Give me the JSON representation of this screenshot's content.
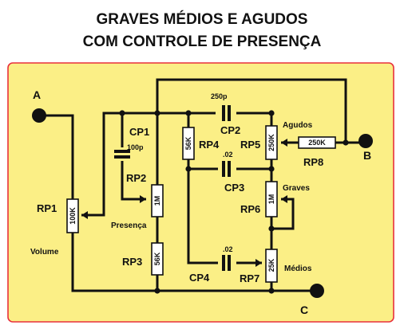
{
  "title": {
    "line1": "GRAVES MÉDIOS E AGUDOS",
    "line2": "COM CONTROLE DE PRESENÇA"
  },
  "terminals": {
    "a": "A",
    "b": "B",
    "c": "C"
  },
  "capacitors": {
    "cp1": {
      "name": "CP1",
      "value": "100p"
    },
    "cp2": {
      "name": "CP2",
      "value": "250p"
    },
    "cp3": {
      "name": "CP3",
      "value": ".02"
    },
    "cp4": {
      "name": "CP4",
      "value": ".02"
    }
  },
  "resistors": {
    "rp1": {
      "name": "RP1",
      "value": "100K",
      "function": "Volume"
    },
    "rp2": {
      "name": "RP2",
      "value": "1M",
      "function": "Presença"
    },
    "rp3": {
      "name": "RP3",
      "value": "56K"
    },
    "rp4": {
      "name": "RP4",
      "value": "56K"
    },
    "rp5": {
      "name": "RP5",
      "value": "250K",
      "function": "Agudos"
    },
    "rp6": {
      "name": "RP6",
      "value": "1M",
      "function": "Graves"
    },
    "rp7": {
      "name": "RP7",
      "value": "25K",
      "function": "Médios"
    },
    "rp8": {
      "name": "RP8",
      "value": "250K"
    }
  },
  "colors": {
    "panel_fill": "#fbef86",
    "panel_border": "#e8303c",
    "ink": "#111111"
  }
}
